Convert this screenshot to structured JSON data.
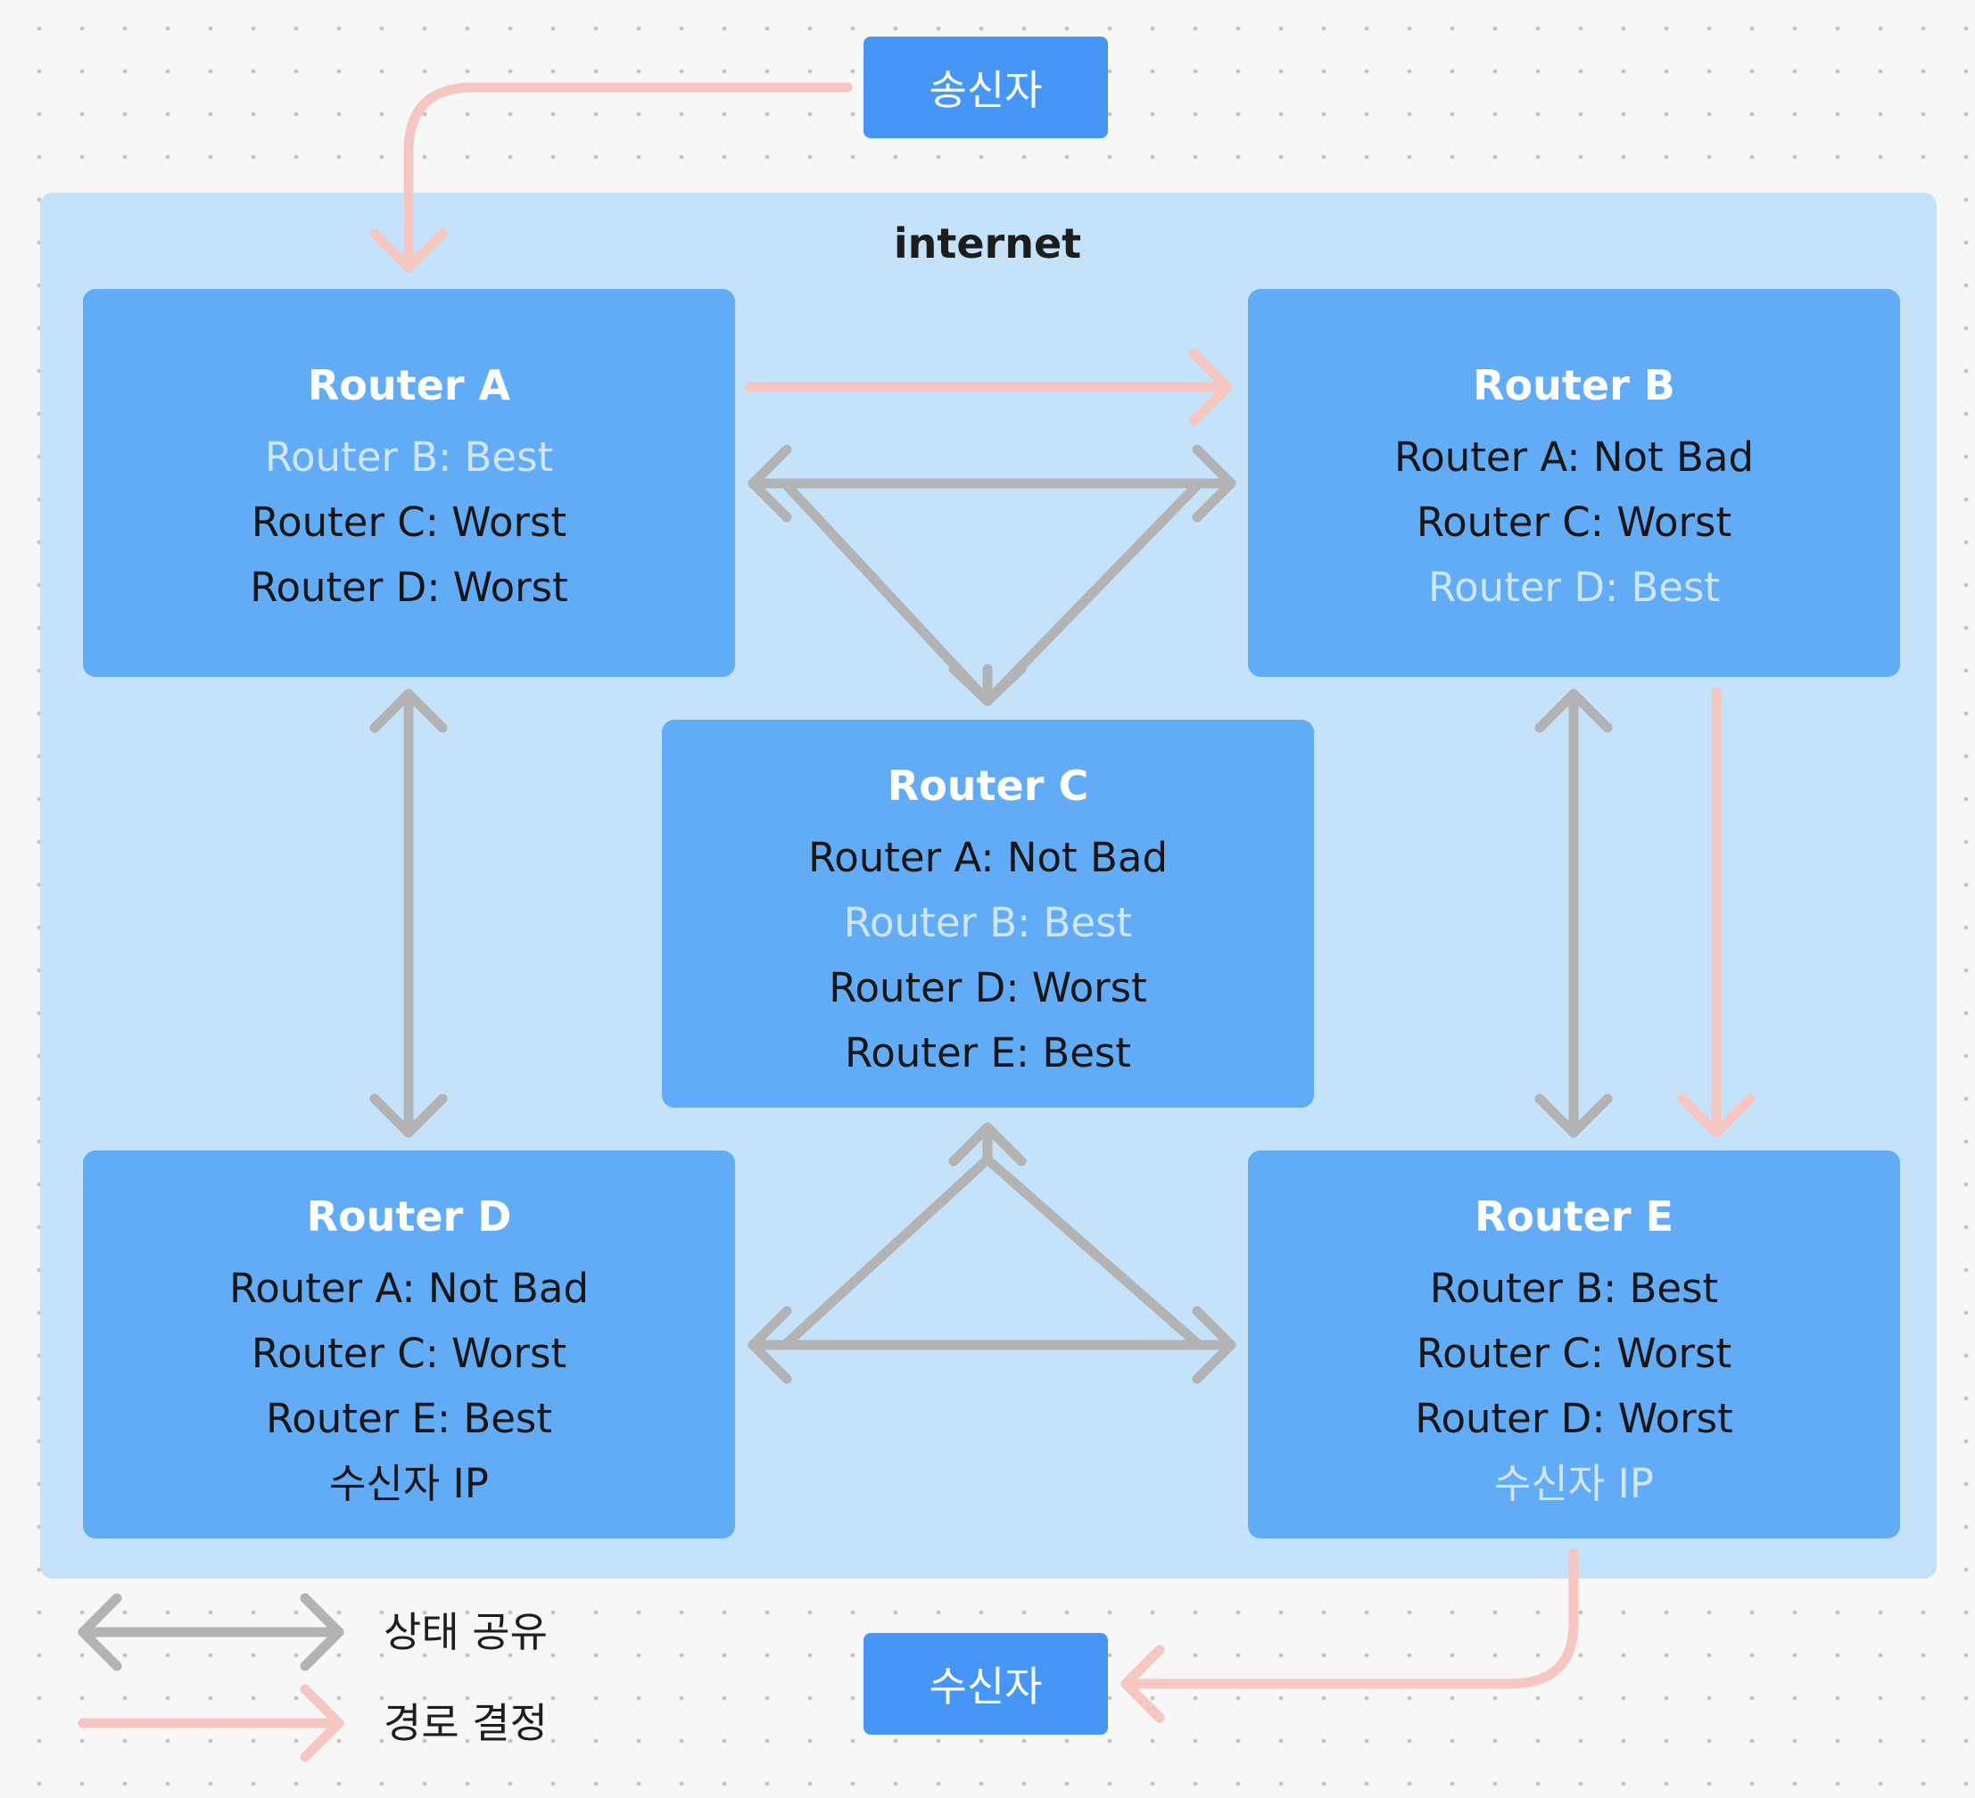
{
  "internet_label": "internet",
  "sender": {
    "label": "송신자"
  },
  "receiver": {
    "label": "수신자"
  },
  "routers": [
    {
      "id": "a",
      "title": "Router A",
      "lines": [
        {
          "text": "Router B: Best",
          "highlight": true
        },
        {
          "text": "Router C: Worst",
          "highlight": false
        },
        {
          "text": "Router D: Worst",
          "highlight": false
        }
      ]
    },
    {
      "id": "b",
      "title": "Router B",
      "lines": [
        {
          "text": "Router A: Not Bad",
          "highlight": false
        },
        {
          "text": "Router C: Worst",
          "highlight": false
        },
        {
          "text": "Router D: Best",
          "highlight": true
        }
      ]
    },
    {
      "id": "c",
      "title": "Router C",
      "lines": [
        {
          "text": "Router A: Not Bad",
          "highlight": false
        },
        {
          "text": "Router B: Best",
          "highlight": true
        },
        {
          "text": "Router D: Worst",
          "highlight": false
        },
        {
          "text": "Router E: Best",
          "highlight": false
        }
      ]
    },
    {
      "id": "d",
      "title": "Router D",
      "lines": [
        {
          "text": "Router A: Not Bad",
          "highlight": false
        },
        {
          "text": "Router C: Worst",
          "highlight": false
        },
        {
          "text": "Router E: Best",
          "highlight": false
        },
        {
          "text": "수신자 IP",
          "highlight": false
        }
      ]
    },
    {
      "id": "e",
      "title": "Router E",
      "lines": [
        {
          "text": "Router B: Best",
          "highlight": false
        },
        {
          "text": "Router C: Worst",
          "highlight": false
        },
        {
          "text": "Router D: Worst",
          "highlight": false
        },
        {
          "text": "수신자 IP",
          "highlight": true
        }
      ]
    }
  ],
  "legend": {
    "state_share": "상태 공유",
    "route_decision": "경로 결정"
  },
  "colors": {
    "state_share_arrow": "#b3b3b3",
    "route_decision_arrow": "#f6c6c1",
    "router_fill": "#62abf7",
    "internet_fill": "#c5e2fb",
    "pill_fill": "#4696f8"
  }
}
